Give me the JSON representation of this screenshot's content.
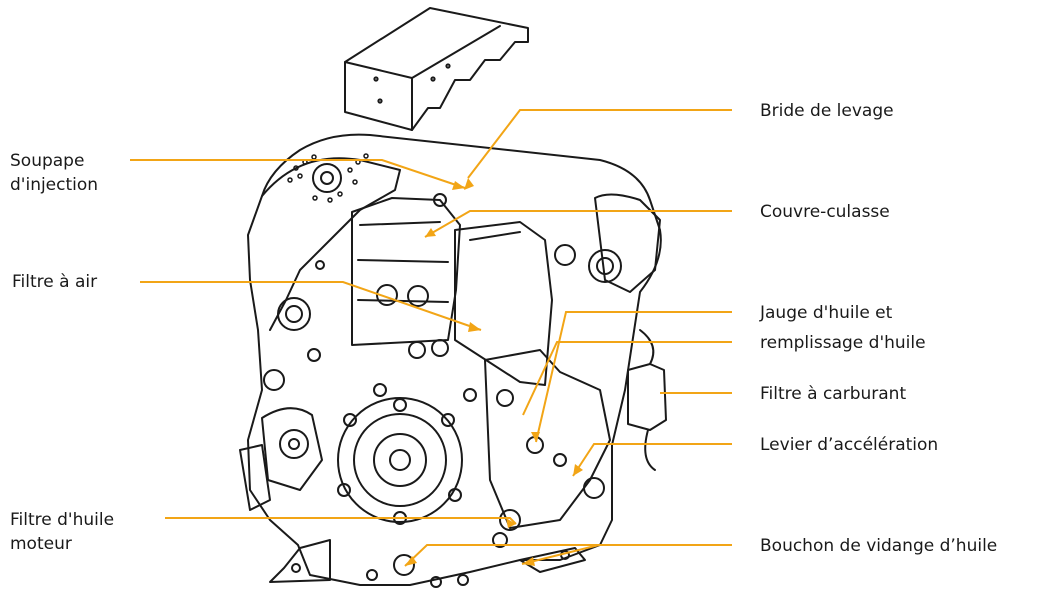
{
  "diagram": {
    "leader_color": "#F2A516",
    "line_color": "#1a1a1a",
    "labels": {
      "soupape": [
        "Soupape",
        "d'injection"
      ],
      "filtre_air": "Filtre à air",
      "filtre_huile": [
        "Filtre d'huile",
        "moteur"
      ],
      "bride": "Bride de levage",
      "couvre": "Couvre-culasse",
      "jauge": [
        "Jauge d'huile et",
        "remplissage d'huile"
      ],
      "carburant": "Filtre à carburant",
      "levier": "Levier d’accélération",
      "bouchon": "Bouchon de vidange d’huile"
    }
  }
}
